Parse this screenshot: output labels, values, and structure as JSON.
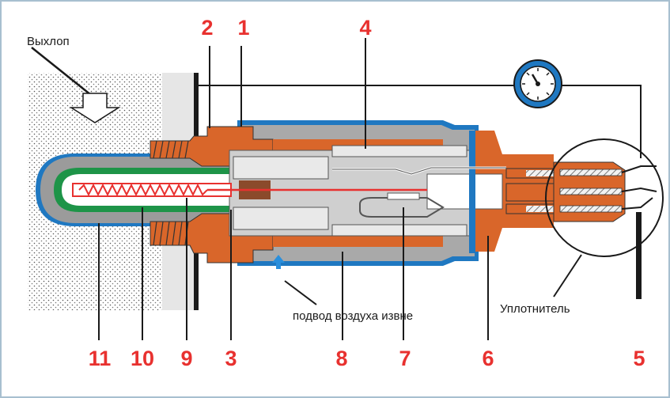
{
  "labels": {
    "exhaust": "Выхлоп",
    "air_inlet": "подвод воздуха извне",
    "seal": "Уплотнитель"
  },
  "numbers": {
    "n1": "1",
    "n2": "2",
    "n3": "3",
    "n4": "4",
    "n5": "5",
    "n6": "6",
    "n7": "7",
    "n8": "8",
    "n9": "9",
    "n10": "10",
    "n11": "11"
  },
  "colors": {
    "number_red": "#e8312f",
    "housing_orange": "#d9662a",
    "ceramic_green": "#1e9448",
    "body_gray": "#a9a9a9",
    "shell_blue": "#1f78c1",
    "heater_red": "#e8312f"
  },
  "icons": [
    "gauge-icon",
    "air-arrow-icon",
    "exhaust-arrow-icon"
  ]
}
